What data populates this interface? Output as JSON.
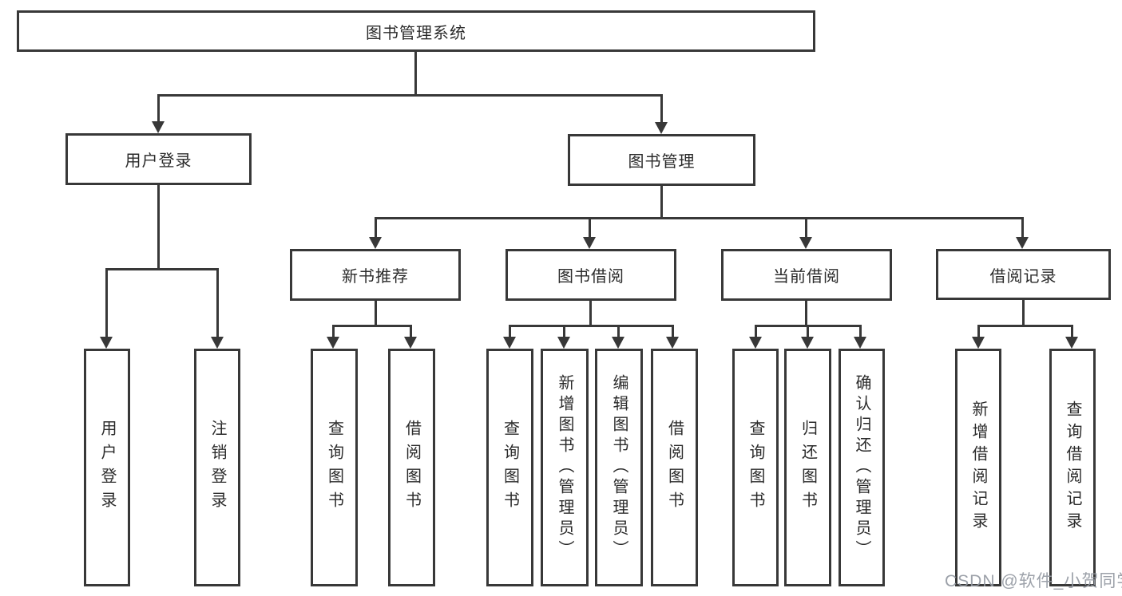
{
  "diagram": {
    "type": "hierarchy-tree",
    "title": "图书管理系统",
    "watermark": "CSDN @软件_小贺同学",
    "colors": {
      "background": "#ffffff",
      "line": "#383838",
      "box_border": "#383838",
      "text": "#2b2b2b",
      "watermark": "#9499a2"
    },
    "nodes": {
      "root": {
        "label": "图书管理系统"
      },
      "user_login": {
        "label": "用户登录"
      },
      "book_mgmt": {
        "label": "图书管理"
      },
      "new_book_rec": {
        "label": "新书推荐"
      },
      "book_borrow": {
        "label": "图书借阅"
      },
      "current_borrow": {
        "label": "当前借阅"
      },
      "borrow_record": {
        "label": "借阅记录"
      },
      "leaf_user_login": {
        "label": "用户登录"
      },
      "leaf_logout": {
        "label": "注销登录"
      },
      "rec_query_book": {
        "label": "查询图书"
      },
      "rec_borrow_book": {
        "label": "借阅图书"
      },
      "bb_query_book": {
        "label": "查询图书"
      },
      "bb_add_book": {
        "label": "新增图书（管理员）"
      },
      "bb_edit_book": {
        "label": "编辑图书（管理员）"
      },
      "bb_borrow_book": {
        "label": "借阅图书"
      },
      "cb_query_book": {
        "label": "查询图书"
      },
      "cb_return_book": {
        "label": "归还图书"
      },
      "cb_confirm_return": {
        "label": "确认归还（管理员）"
      },
      "br_add_record": {
        "label": "新增借阅记录"
      },
      "br_query_record": {
        "label": "查询借阅记录"
      }
    },
    "structure": {
      "root": [
        "user_login",
        "book_mgmt"
      ],
      "user_login": [
        "leaf_user_login",
        "leaf_logout"
      ],
      "book_mgmt": [
        "new_book_rec",
        "book_borrow",
        "current_borrow",
        "borrow_record"
      ],
      "new_book_rec": [
        "rec_query_book",
        "rec_borrow_book"
      ],
      "book_borrow": [
        "bb_query_book",
        "bb_add_book",
        "bb_edit_book",
        "bb_borrow_book"
      ],
      "current_borrow": [
        "cb_query_book",
        "cb_return_book",
        "cb_confirm_return"
      ],
      "borrow_record": [
        "br_add_record",
        "br_query_record"
      ]
    }
  }
}
